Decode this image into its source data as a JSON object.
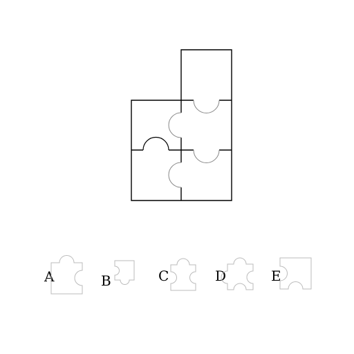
{
  "puzzle": {
    "options": [
      {
        "letter": "A"
      },
      {
        "letter": "B"
      },
      {
        "letter": "C"
      },
      {
        "letter": "D"
      },
      {
        "letter": "E"
      }
    ]
  },
  "colors": {
    "main_stroke": "#000000",
    "knob_stroke": "#999999",
    "option_stroke": "#bbbbbb",
    "background": "#ffffff"
  }
}
